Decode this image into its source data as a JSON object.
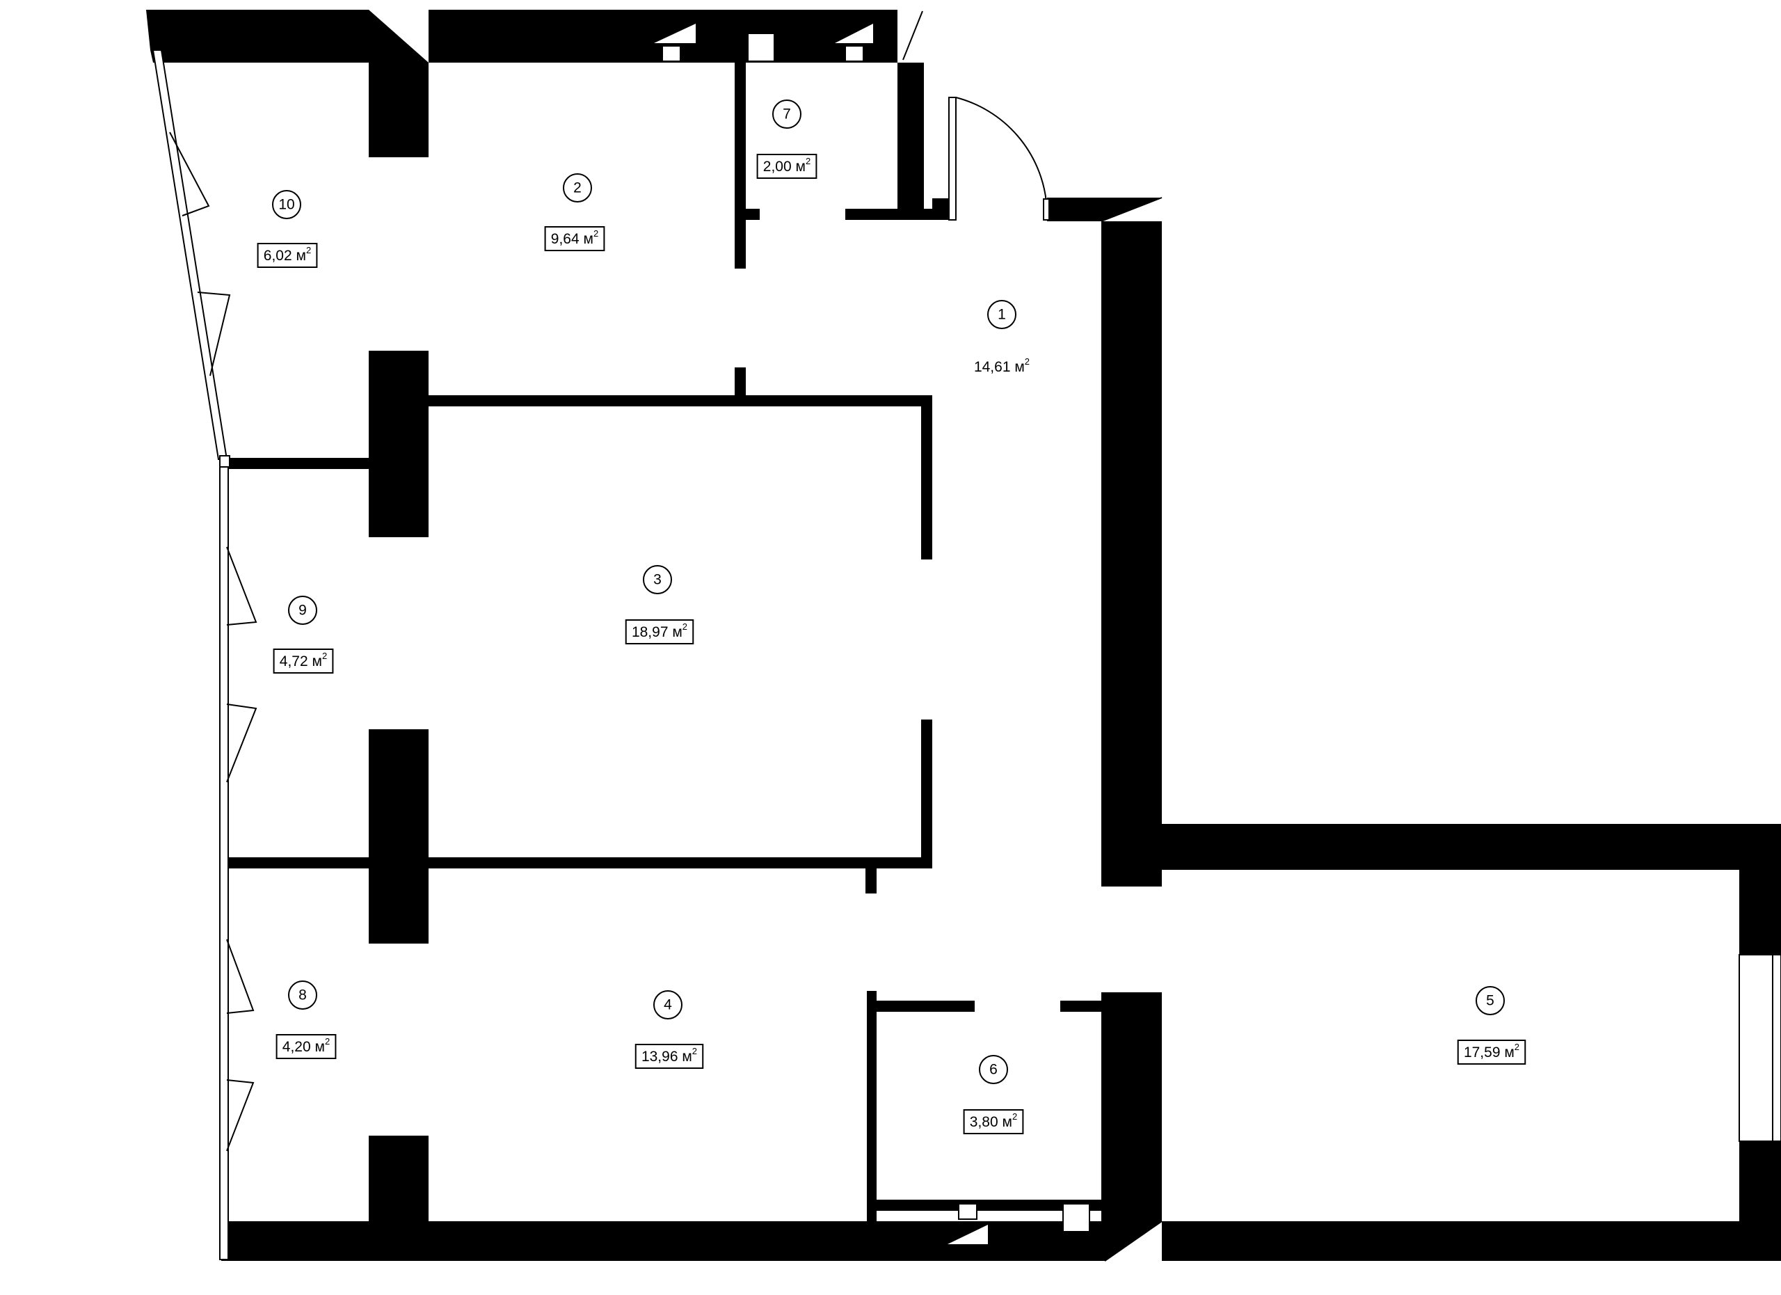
{
  "rooms": [
    {
      "id": "1",
      "number": "1",
      "area_value": "14,61",
      "unit": "м",
      "sup": "2",
      "boxed": false
    },
    {
      "id": "2",
      "number": "2",
      "area_value": "9,64",
      "unit": "м",
      "sup": "2",
      "boxed": true
    },
    {
      "id": "3",
      "number": "3",
      "area_value": "18,97",
      "unit": "м",
      "sup": "2",
      "boxed": true
    },
    {
      "id": "4",
      "number": "4",
      "area_value": "13,96",
      "unit": "м",
      "sup": "2",
      "boxed": true
    },
    {
      "id": "5",
      "number": "5",
      "area_value": "17,59",
      "unit": "м",
      "sup": "2",
      "boxed": true
    },
    {
      "id": "6",
      "number": "6",
      "area_value": "3,80",
      "unit": "м",
      "sup": "2",
      "boxed": true
    },
    {
      "id": "7",
      "number": "7",
      "area_value": "2,00",
      "unit": "м",
      "sup": "2",
      "boxed": true
    },
    {
      "id": "8",
      "number": "8",
      "area_value": "4,20",
      "unit": "м",
      "sup": "2",
      "boxed": true
    },
    {
      "id": "9",
      "number": "9",
      "area_value": "4,72",
      "unit": "м",
      "sup": "2",
      "boxed": true
    },
    {
      "id": "10",
      "number": "10",
      "area_value": "6,02",
      "unit": "м",
      "sup": "2",
      "boxed": true
    }
  ],
  "colors": {
    "walls": "#000000",
    "background": "#ffffff"
  }
}
